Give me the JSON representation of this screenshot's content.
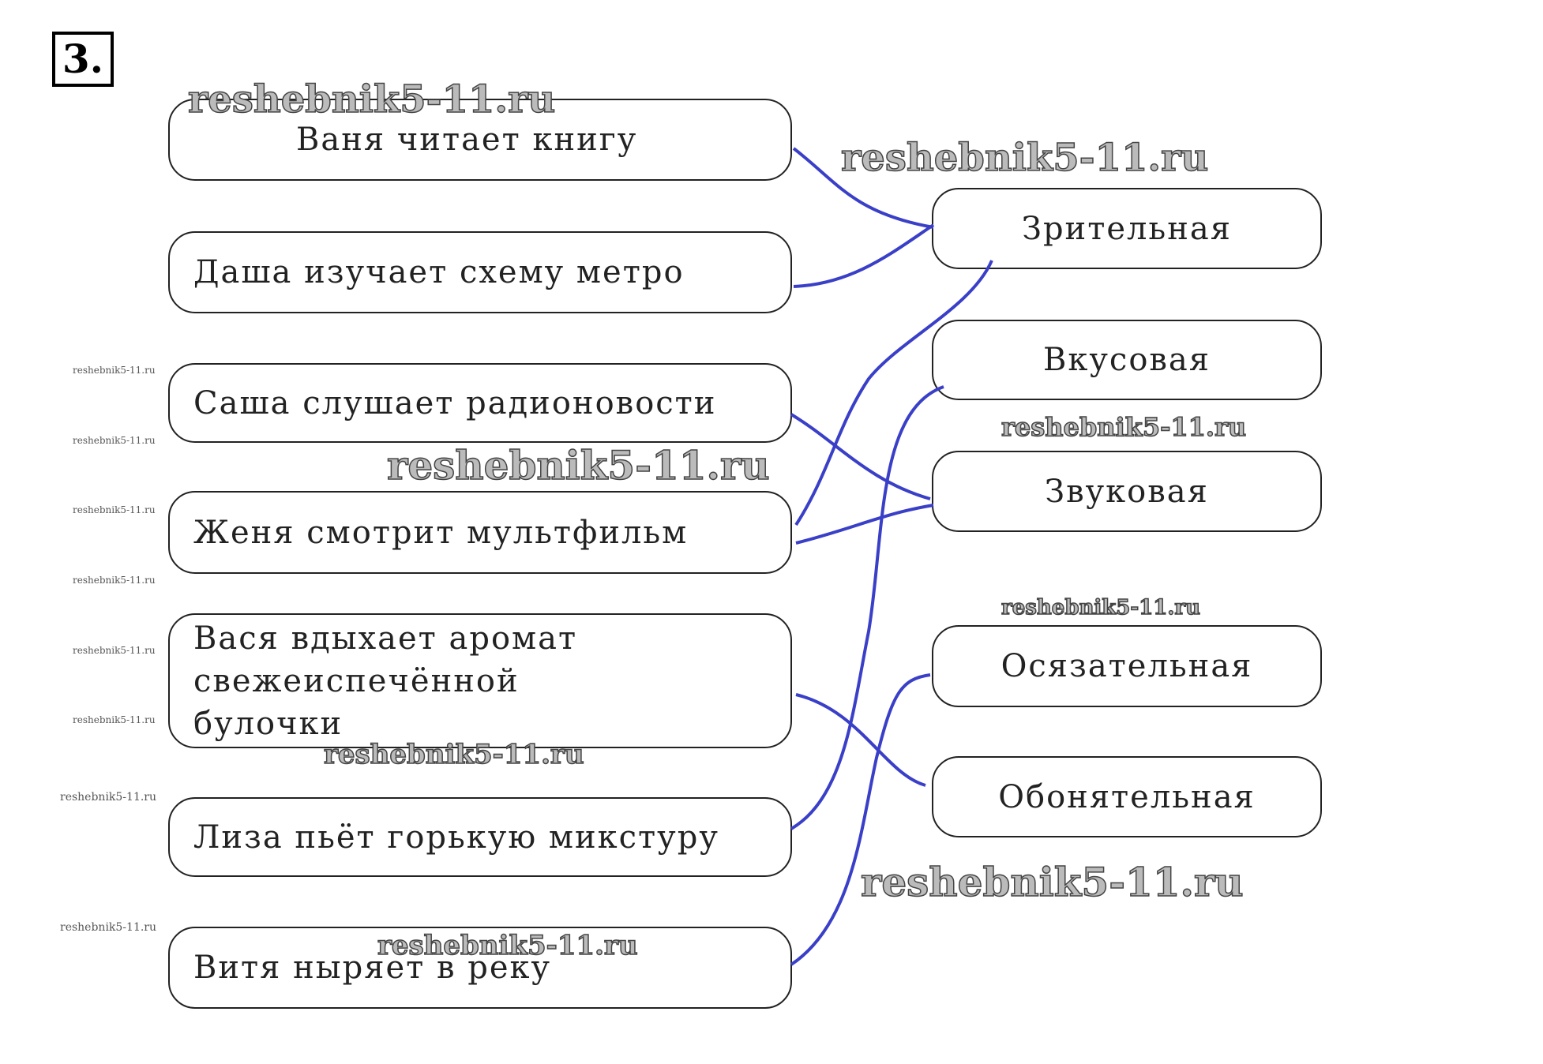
{
  "task_number": "3.",
  "left_items": [
    "Ваня читает книгу",
    "Даша изучает схему метро",
    "Саша слушает радионовости",
    "Женя смотрит мультфильм",
    "Вася вдыхает аромат свежеиспечённой булочки",
    "Лиза пьёт горькую микстуру",
    "Витя ныряет в реку"
  ],
  "right_items": [
    "Зрительная",
    "Вкусовая",
    "Звуковая",
    "Осязательная",
    "Обонятельная"
  ],
  "watermark": "reshebnik5-11.ru",
  "line_color": "#3a3fc8"
}
